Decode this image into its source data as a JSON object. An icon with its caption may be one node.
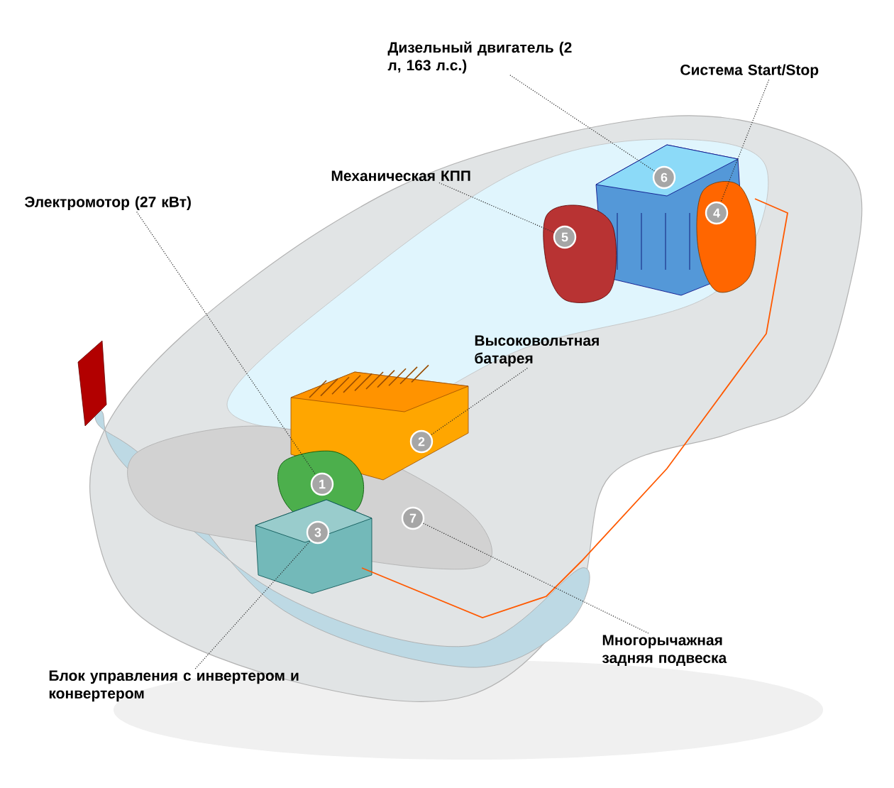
{
  "diagram": {
    "nodes": [
      {
        "text": [
          "Дизельный двигатель (2 л, 163 л.с.)"
        ]
      },
      {
        "text": [
          "Система Start/Stop"
        ]
      },
      {
        "text": [
          "Механическая КПП"
        ]
      },
      {
        "text": [
          "Электромотор (27 кВт)"
        ]
      },
      {
        "text": [
          "Высоковольтная батарея"
        ]
      },
      {
        "text": [
          "Блок управления с инвертером и конвертером"
        ]
      },
      {
        "text": [
          "Многорычажная задняя подвеска"
        ]
      },
      {
        "text": [
          "1"
        ]
      },
      {
        "text": [
          "2"
        ]
      },
      {
        "text": [
          "3"
        ]
      },
      {
        "text": [
          "4"
        ]
      },
      {
        "text": [
          "5"
        ]
      },
      {
        "text": [
          "6"
        ]
      },
      {
        "text": [
          "7"
        ]
      }
    ],
    "edges": [
      {
        "from": 3,
        "to": 7,
        "arrow": "none"
      },
      {
        "from": 4,
        "to": 8,
        "arrow": "none"
      },
      {
        "from": 5,
        "to": 9,
        "arrow": "none"
      },
      {
        "from": 1,
        "to": 10,
        "arrow": "none"
      },
      {
        "from": 2,
        "to": 11,
        "arrow": "none"
      },
      {
        "from": 0,
        "to": 12,
        "arrow": "none"
      },
      {
        "from": 6,
        "to": 13,
        "arrow": "none"
      }
    ]
  }
}
